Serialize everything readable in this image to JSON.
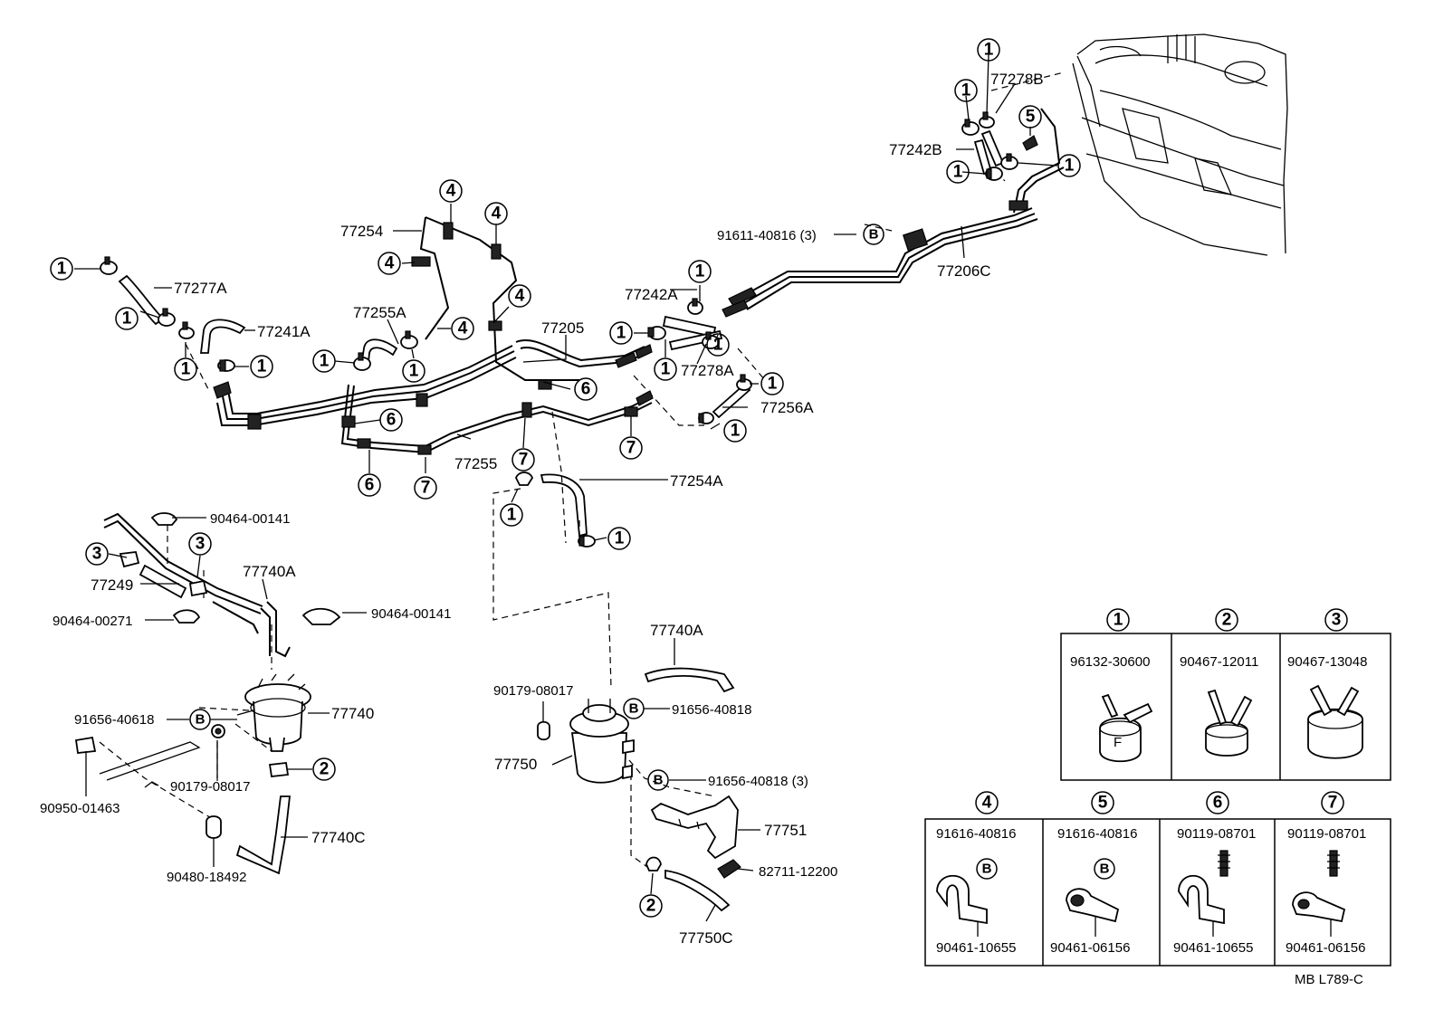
{
  "diagram_code": "MB  L789-C",
  "part_labels": {
    "p77277A": "77277A",
    "p77241A": "77241A",
    "p77254": "77254",
    "p77255A": "77255A",
    "p77205": "77205",
    "p77242A": "77242A",
    "p77278A": "77278A",
    "p77256A": "77256A",
    "p77255": "77255",
    "p77254A": "77254A",
    "p91611": "91611-40816 (3)",
    "p77206C": "77206C",
    "p77278B": "77278B",
    "p77242B": "77242B",
    "p90464a": "90464-00141",
    "p90464b": "90464-00141",
    "p90464c": "90464-00271",
    "p77249": "77249",
    "p77740A_l": "77740A",
    "p91656a": "91656-40618",
    "p77740": "77740",
    "p90950": "90950-01463",
    "p90179a": "90179-08017",
    "p77740C": "77740C",
    "p90480": "90480-18492",
    "p77740A_c": "77740A",
    "p90179b": "90179-08017",
    "p91656b": "91656-40818",
    "p77750": "77750",
    "p91656c": "91656-40818 (3)",
    "p77751": "77751",
    "p82711": "82711-12200",
    "p77750C": "77750C"
  },
  "callouts": [
    "1",
    "2",
    "3",
    "4",
    "5",
    "6",
    "7"
  ],
  "bolt_marker": "B",
  "legend": [
    {
      "ref": "1",
      "part": "96132-30600"
    },
    {
      "ref": "2",
      "part": "90467-12011"
    },
    {
      "ref": "3",
      "part": "90467-13048"
    },
    {
      "ref": "4",
      "part": "91616-40816",
      "bolt": "B",
      "bottom": "90461-10655"
    },
    {
      "ref": "5",
      "part": "91616-40816",
      "bolt": "B",
      "bottom": "90461-06156"
    },
    {
      "ref": "6",
      "part": "90119-08701",
      "bottom": "90461-10655"
    },
    {
      "ref": "7",
      "part": "90119-08701",
      "bottom": "90461-06156"
    }
  ]
}
